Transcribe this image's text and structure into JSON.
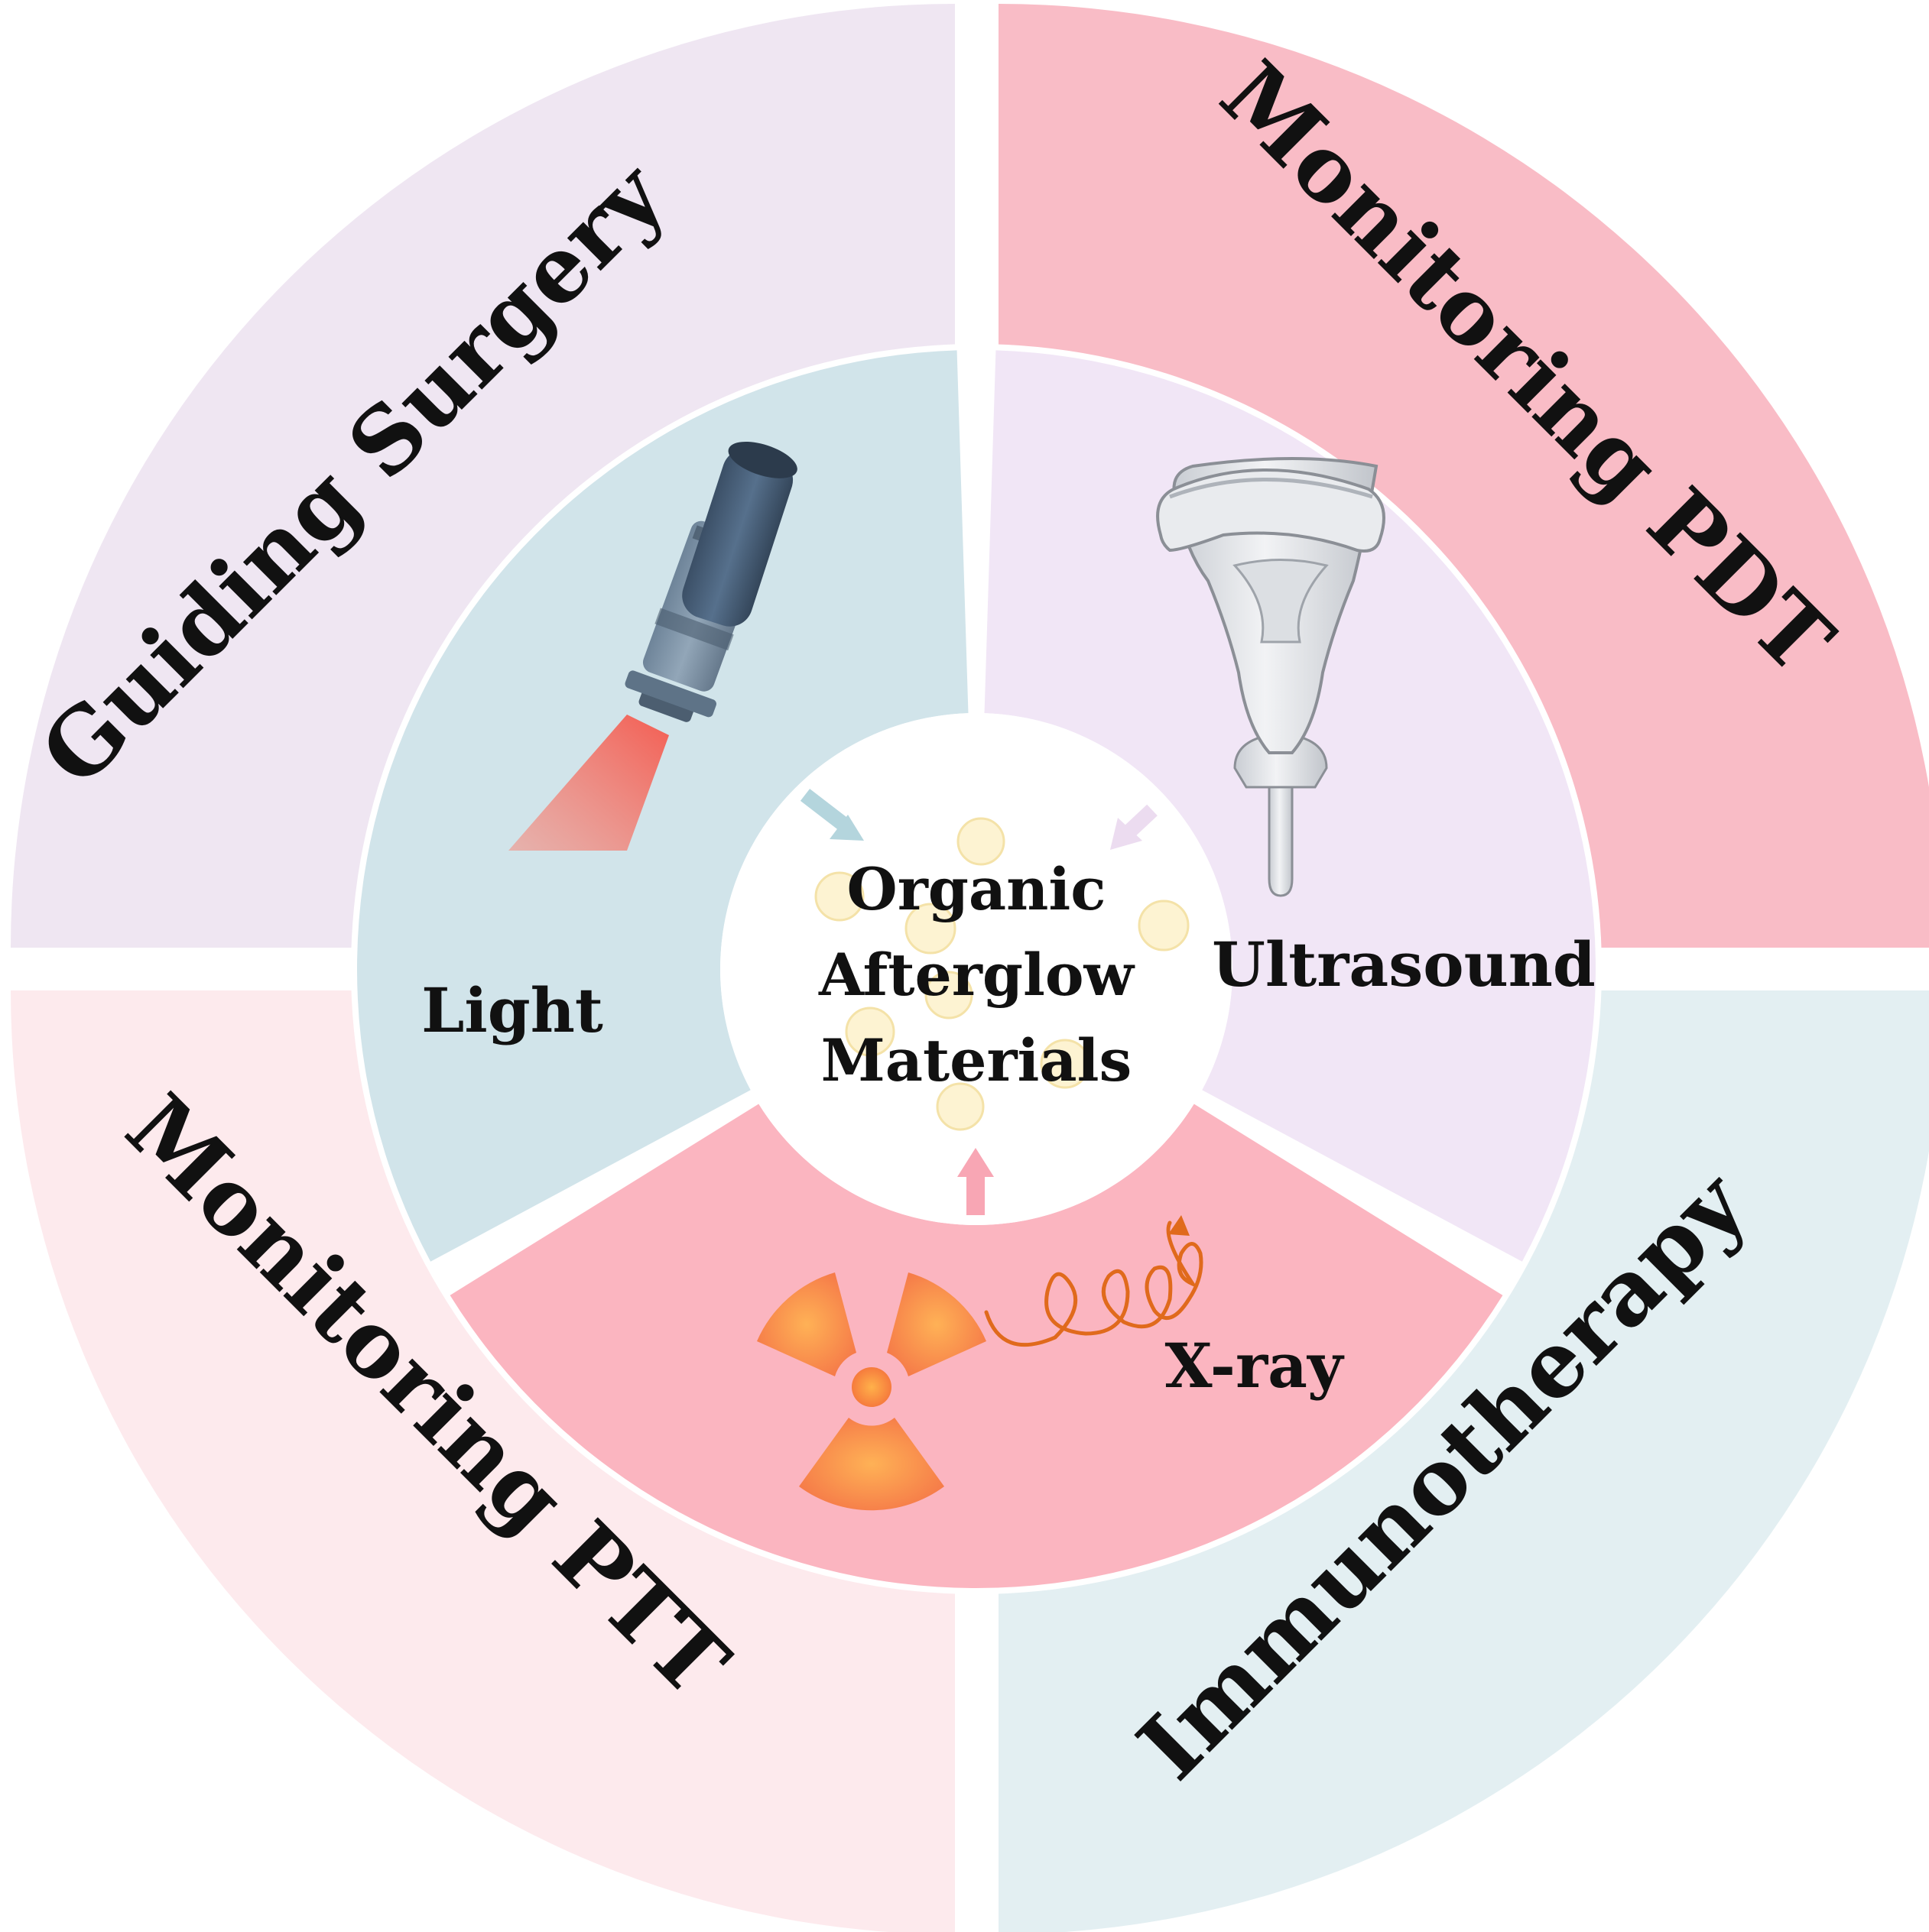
{
  "center": {
    "lines": [
      "Organic",
      "Afterglow",
      "Materials"
    ]
  },
  "stimuli": [
    {
      "label": "Light",
      "icon": "flashlight-icon",
      "color": "#d1e4ea"
    },
    {
      "label": "Ultrasound",
      "icon": "ultrasound-probe-icon",
      "color": "#f1e6f6"
    },
    {
      "label": "X-ray",
      "icon": "radiation-icon",
      "color": "#fbb5c0"
    }
  ],
  "applications": [
    {
      "label": "Guiding Surgery",
      "color": "#efe6f2"
    },
    {
      "label": "Monitoring PDT",
      "color": "#f9bcc6"
    },
    {
      "label": "Monitoring PTT",
      "color": "#fdeaed"
    },
    {
      "label": "Immunotherapy",
      "color": "#e3eff2"
    }
  ],
  "colors": {
    "center": "#ffffff",
    "particle": "#fdf3d2",
    "beam": "#f96a5c",
    "xray_wave": "#e06a1c"
  }
}
